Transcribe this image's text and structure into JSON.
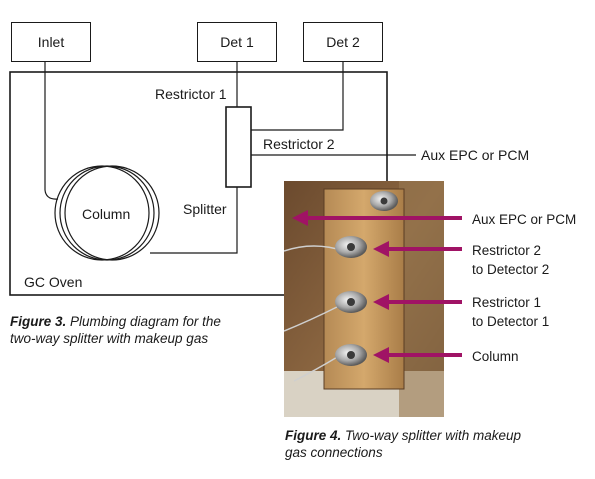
{
  "figure3": {
    "boxes": {
      "inlet": "Inlet",
      "det1": "Det 1",
      "det2": "Det 2"
    },
    "labels": {
      "restrictor1": "Restrictor 1",
      "restrictor2": "Restrictor 2",
      "aux": "Aux EPC or PCM",
      "column": "Column",
      "splitter": "Splitter",
      "oven": "GC Oven"
    },
    "caption_label": "Figure 3.",
    "caption_line1": " Plumbing diagram for the",
    "caption_line2": "two-way splitter with makeup gas"
  },
  "figure4": {
    "callouts": {
      "aux": "Aux EPC or PCM",
      "r2_line1": "Restrictor 2",
      "r2_line2": "to Detector 2",
      "r1_line1": "Restrictor 1",
      "r1_line2": "to Detector 1",
      "column": "Column"
    },
    "caption_label": "Figure 4.",
    "caption_line1": " Two-way splitter with makeup",
    "caption_line2": "gas connections",
    "arrow_color": "#a01365"
  }
}
